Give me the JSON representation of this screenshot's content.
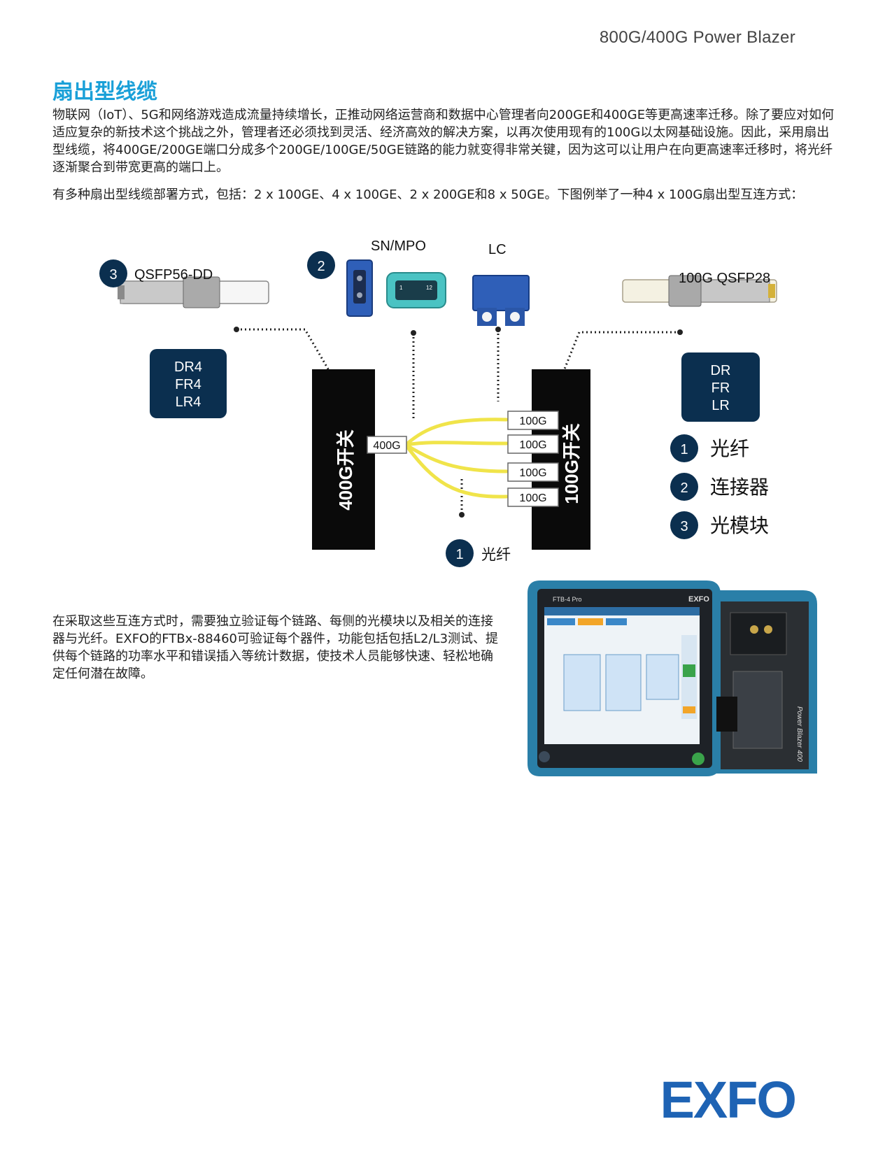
{
  "header": {
    "product": "800G/400G Power Blazer"
  },
  "section": {
    "title": "扇出型线缆",
    "paragraph1": "物联网（IoT）、5G和网络游戏造成流量持续增长，正推动网络运营商和数据中心管理者向200GE和400GE等更高速率迁移。除了要应对如何适应复杂的新技术这个挑战之外，管理者还必须找到灵活、经济高效的解决方案，以再次使用现有的100G以太网基础设施。因此，采用扇出型线缆，将400GE/200GE端口分成多个200GE/100GE/50GE链路的能力就变得非常关键，因为这可以让用户在向更高速率迁移时，将光纤逐渐聚合到带宽更高的端口上。",
    "paragraph2": "有多种扇出型线缆部署方式，包括：2 x 100GE、4 x 100GE、2 x 200GE和8 x 50GE。下图例举了一种4 x 100G扇出型互连方式：",
    "paragraph3": "在采取这些互连方式时，需要独立验证每个链路、每侧的光模块以及相关的连接器与光纤。EXFO的FTBx-88460可验证每个器件，功能包括包括L2/L3测试、提供每个链路的功率水平和错误插入等统计数据，使技术人员能够快速、轻松地确定任何潜在故障。"
  },
  "diagram": {
    "qsfp56_label": "QSFP56-DD",
    "qsfp56_num": "3",
    "snmpo_label": "SN/MPO",
    "connector_num": "2",
    "lc_label": "LC",
    "qsfp28_label": "100G QSFP28",
    "left_box": [
      "DR4",
      "FR4",
      "LR4"
    ],
    "right_box": [
      "DR",
      "FR",
      "LR"
    ],
    "left_switch": "400G开关",
    "right_switch": "100G开关",
    "port_400": "400G",
    "ports_100": [
      "100G",
      "100G",
      "100G",
      "100G"
    ],
    "fiber_num": "1",
    "fiber_label": "光纤",
    "legend": [
      {
        "num": "1",
        "label": "光纤"
      },
      {
        "num": "2",
        "label": "连接器"
      },
      {
        "num": "3",
        "label": "光模块"
      }
    ],
    "mpo_digits": [
      "1",
      "12"
    ]
  },
  "device": {
    "model_text": "FTB-4 Pro",
    "brand_text": "EXFO",
    "side_text": "Power Blazer 400"
  },
  "footer": {
    "logo": "EXFO"
  },
  "colors": {
    "accent": "#1aa0d8",
    "navy": "#0b2f4f",
    "fiber": "#f0e44a",
    "logo": "#1e63b4"
  }
}
